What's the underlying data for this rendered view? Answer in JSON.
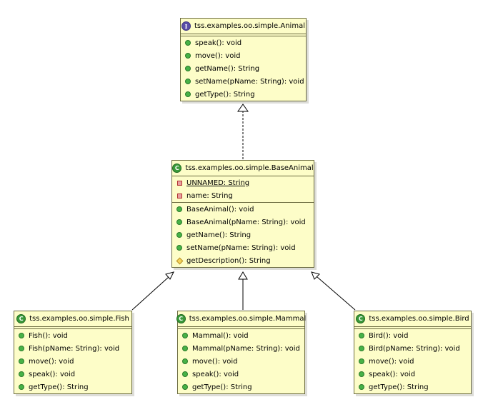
{
  "diagram": {
    "classes": [
      {
        "id": "animal",
        "kind": "interface",
        "icon": "interface-icon",
        "name": "tss.examples.oo.simple.Animal",
        "attributes": [],
        "operations": [
          {
            "visibility": "public",
            "signature": "speak(): void"
          },
          {
            "visibility": "public",
            "signature": "move(): void"
          },
          {
            "visibility": "public",
            "signature": "getName(): String"
          },
          {
            "visibility": "public",
            "signature": "setName(pName: String): void"
          },
          {
            "visibility": "public",
            "signature": "getType(): String"
          }
        ]
      },
      {
        "id": "base-animal",
        "kind": "class",
        "icon": "class-icon",
        "name": "tss.examples.oo.simple.BaseAnimal",
        "attributes": [
          {
            "visibility": "private",
            "signature": "UNNAMED: String",
            "static": true
          },
          {
            "visibility": "private",
            "signature": "name: String",
            "static": false
          }
        ],
        "operations": [
          {
            "visibility": "public",
            "signature": "BaseAnimal(): void"
          },
          {
            "visibility": "public",
            "signature": "BaseAnimal(pName: String): void"
          },
          {
            "visibility": "public",
            "signature": "getName(): String"
          },
          {
            "visibility": "public",
            "signature": "setName(pName: String): void"
          },
          {
            "visibility": "protected",
            "signature": "getDescription(): String"
          }
        ]
      },
      {
        "id": "fish",
        "kind": "class",
        "icon": "class-icon",
        "name": "tss.examples.oo.simple.Fish",
        "attributes": [],
        "operations": [
          {
            "visibility": "public",
            "signature": "Fish(): void"
          },
          {
            "visibility": "public",
            "signature": "Fish(pName: String): void"
          },
          {
            "visibility": "public",
            "signature": "move(): void"
          },
          {
            "visibility": "public",
            "signature": "speak(): void"
          },
          {
            "visibility": "public",
            "signature": "getType(): String"
          }
        ]
      },
      {
        "id": "mammal",
        "kind": "class",
        "icon": "class-icon",
        "name": "tss.examples.oo.simple.Mammal",
        "attributes": [],
        "operations": [
          {
            "visibility": "public",
            "signature": "Mammal(): void"
          },
          {
            "visibility": "public",
            "signature": "Mammal(pName: String): void"
          },
          {
            "visibility": "public",
            "signature": "move(): void"
          },
          {
            "visibility": "public",
            "signature": "speak(): void"
          },
          {
            "visibility": "public",
            "signature": "getType(): String"
          }
        ]
      },
      {
        "id": "bird",
        "kind": "class",
        "icon": "class-icon",
        "name": "tss.examples.oo.simple.Bird",
        "attributes": [],
        "operations": [
          {
            "visibility": "public",
            "signature": "Bird(): void"
          },
          {
            "visibility": "public",
            "signature": "Bird(pName: String): void"
          },
          {
            "visibility": "public",
            "signature": "move(): void"
          },
          {
            "visibility": "public",
            "signature": "speak(): void"
          },
          {
            "visibility": "public",
            "signature": "getType(): String"
          }
        ]
      }
    ],
    "relations": [
      {
        "from": "base-animal",
        "to": "animal",
        "type": "realization",
        "line": "dashed"
      },
      {
        "from": "fish",
        "to": "base-animal",
        "type": "generalization",
        "line": "solid"
      },
      {
        "from": "mammal",
        "to": "base-animal",
        "type": "generalization",
        "line": "solid"
      },
      {
        "from": "bird",
        "to": "base-animal",
        "type": "generalization",
        "line": "solid"
      }
    ],
    "colors": {
      "class_fill": "#fdfdc8",
      "border": "#6b6b40",
      "connector": "#000000",
      "interface_icon": "#5a4fa8",
      "class_icon": "#3a9a3a",
      "public_marker": "#47b247",
      "private_marker": "#b03030",
      "protected_marker": "#f5d35a"
    }
  }
}
